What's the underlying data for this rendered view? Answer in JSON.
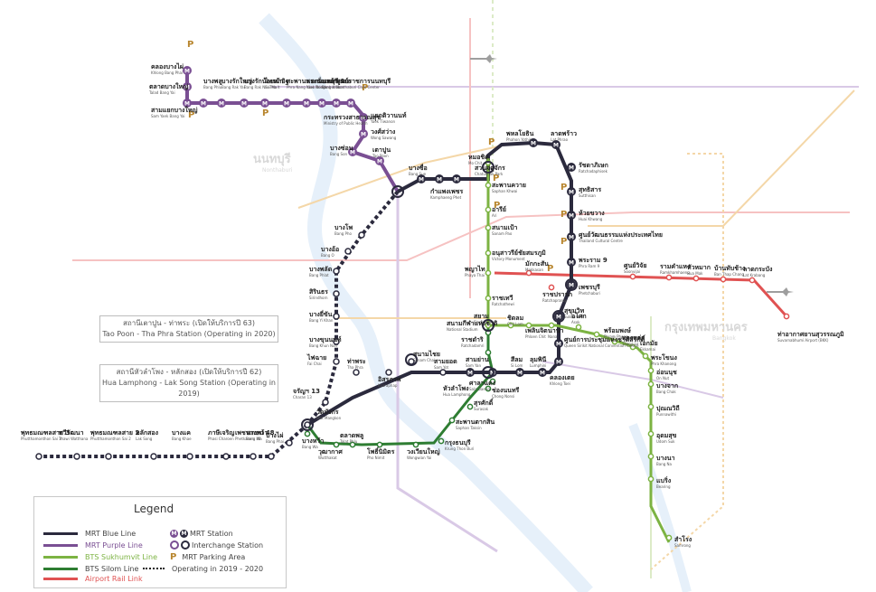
{
  "area_labels": {
    "nonthaburi_th": "นนทบุรี",
    "nonthaburi_en": "Nonthaburi",
    "bangkok_th": "กรุงเทพมหานคร",
    "bangkok_en": "Bangkok"
  },
  "callouts": {
    "tao_poon_th": "สถานีเตาปูน - ท่าพระ (เปิดให้บริการปี 63)",
    "tao_poon_en": "Tao Poon - Tha Phra Station (Operating in 2020)",
    "hua_lamphong_th": "สถานีหัวลำโพง - หลักสอง (เปิดให้บริการปี 62)",
    "hua_lamphong_en": "Hua Lamphong - Lak Song Station (Operating in 2019)"
  },
  "colors": {
    "mrt_blue": "#2b2a3d",
    "mrt_purple": "#7a4f93",
    "bts_sukhumvit": "#7cb342",
    "bts_silom": "#2e7d32",
    "airport_rail": "#e05252",
    "faint_purple": "#d9c9e6",
    "faint_orange": "#f4d7a8",
    "faint_red": "#f6c2c2",
    "faint_green": "#dcebc7",
    "faint_blue": "#cfe3f5",
    "river": "#e6f0fa"
  },
  "stations": {
    "purple": [
      {
        "th": "คลองบางไผ่",
        "en": "Khlong Bang Phai"
      },
      {
        "th": "ตลาดบางใหญ่",
        "en": "Talad Bang Yai"
      },
      {
        "th": "สามแยกบางใหญ่",
        "en": "Sam Yaek Bang Yai"
      },
      {
        "th": "บางพลู",
        "en": "Bang Phlu"
      },
      {
        "th": "บางรักใหญ่",
        "en": "Bang Rak Yai"
      },
      {
        "th": "บางรักน้อยท่าอิฐ",
        "en": "Bang Rak Noi Tha It"
      },
      {
        "th": "ไทรม้า",
        "en": "Sai Ma"
      },
      {
        "th": "สะพานพระนั่งเกล้า",
        "en": "Phra Nang Klao Bridge"
      },
      {
        "th": "แยกนนทบุรี 1",
        "en": "Yaek Nonthaburi 1"
      },
      {
        "th": "บางกระสอ",
        "en": "Bang Krasor"
      },
      {
        "th": "ศูนย์ราชการนนทบุรี",
        "en": "Nonthaburi Civic Center"
      },
      {
        "th": "กระทรวงสาธารณสุข",
        "en": "Ministry of Public Health"
      },
      {
        "th": "แยกติวานนท์",
        "en": "Yaek Tiwanon"
      },
      {
        "th": "วงศ์สว่าง",
        "en": "Wong Sawang"
      },
      {
        "th": "บางซ่อน",
        "en": "Bang Son"
      },
      {
        "th": "เตาปูน",
        "en": "Tao Poon"
      }
    ],
    "blue": [
      {
        "th": "บางซื่อ",
        "en": "Bang Sue"
      },
      {
        "th": "กำแพงเพชร",
        "en": "Kamphaeng Phet"
      },
      {
        "th": "สวนจตุจักร",
        "en": "Chatuchak Park"
      },
      {
        "th": "พหลโยธิน",
        "en": "Phahon Yothin"
      },
      {
        "th": "ลาดพร้าว",
        "en": "Lat Phrao"
      },
      {
        "th": "รัชดาภิเษก",
        "en": "Ratchadaphisek"
      },
      {
        "th": "สุทธิสาร",
        "en": "Sutthisan"
      },
      {
        "th": "ห้วยขวาง",
        "en": "Huai Khwang"
      },
      {
        "th": "ศูนย์วัฒนธรรมแห่งประเทศไทย",
        "en": "Thailand Cultural Centre"
      },
      {
        "th": "พระราม 9",
        "en": "Phra Ram 9"
      },
      {
        "th": "เพชรบุรี",
        "en": "Phetchaburi"
      },
      {
        "th": "สุขุมวิท",
        "en": "Sukhumvit"
      },
      {
        "th": "ศูนย์การประชุมแห่งชาติสิริกิติ์",
        "en": "Queen Sirikit National Convention Centre"
      },
      {
        "th": "คลองเตย",
        "en": "Khlong Toei"
      },
      {
        "th": "ลุมพินี",
        "en": "Lumphini"
      },
      {
        "th": "สีลม",
        "en": "Si Lom"
      },
      {
        "th": "สามย่าน",
        "en": "Sam Yan"
      },
      {
        "th": "หัวลำโพง",
        "en": "Hua Lamphong"
      },
      {
        "th": "บางโพ",
        "en": "Bang Pho"
      },
      {
        "th": "บางอ้อ",
        "en": "Bang O"
      },
      {
        "th": "บางพลัด",
        "en": "Bang Phlat"
      },
      {
        "th": "สิรินธร",
        "en": "Sirindhorn"
      },
      {
        "th": "บางยี่ขัน",
        "en": "Bang Yi Khan"
      },
      {
        "th": "บางขุนนนท์",
        "en": "Bang Khun Non"
      },
      {
        "th": "ไฟฉาย",
        "en": "Fai Chai"
      },
      {
        "th": "จรัญฯ 13",
        "en": "Charan 13"
      },
      {
        "th": "ท่าพระ",
        "en": "Tha Phra"
      },
      {
        "th": "อิสรภาพ",
        "en": "Itsaraphap"
      },
      {
        "th": "สนามไชย",
        "en": "Sanam Chai"
      },
      {
        "th": "สามยอด",
        "en": "Sam Yot"
      },
      {
        "th": "วัดมังกร",
        "en": "Wat Mangkon"
      },
      {
        "th": "บางไผ่",
        "en": "Bang Phai"
      },
      {
        "th": "บางหว้า",
        "en": "Bang Wa"
      },
      {
        "th": "เพชรเกษม 48",
        "en": "Phetkasem 48"
      },
      {
        "th": "ภาษีเจริญ",
        "en": "Phasi Charoen"
      },
      {
        "th": "บางแค",
        "en": "Bang Khae"
      },
      {
        "th": "หลักสอง",
        "en": "Lak Song"
      },
      {
        "th": "พุทธมณฑลสาย 2",
        "en": "Phutthamonthon Sai 2"
      },
      {
        "th": "ทวีวัฒนา",
        "en": "Thawi Watthana"
      },
      {
        "th": "พุทธมณฑลสาย 3",
        "en": "Phutthamonthon Sai 3"
      },
      {
        "th": "พุทธมณฑลสาย 4",
        "en": "Phutthamonthon Sai 4"
      }
    ],
    "sukhumvit": [
      {
        "th": "หมอชิต",
        "en": "Mo Chit"
      },
      {
        "th": "สะพานควาย",
        "en": "Saphan Khwai"
      },
      {
        "th": "อารีย์",
        "en": "Ari"
      },
      {
        "th": "สนามเป้า",
        "en": "Sanam Pao"
      },
      {
        "th": "อนุสาวรีย์ชัยสมรภูมิ",
        "en": "Victory Monument"
      },
      {
        "th": "พญาไท",
        "en": "Phaya Thai"
      },
      {
        "th": "ราชเทวี",
        "en": "Ratchathewi"
      },
      {
        "th": "สยาม",
        "en": "Siam"
      },
      {
        "th": "ชิดลม",
        "en": "Chit Lom"
      },
      {
        "th": "เพลินจิต",
        "en": "Phloen Chit"
      },
      {
        "th": "นานา",
        "en": "Nana"
      },
      {
        "th": "อโศก",
        "en": "Asok"
      },
      {
        "th": "พร้อมพงษ์",
        "en": "Phrom Phong"
      },
      {
        "th": "ทองหล่อ",
        "en": "Thong Lo"
      },
      {
        "th": "เอกมัย",
        "en": "Ekkamai"
      },
      {
        "th": "พระโขนง",
        "en": "Phra Khanong"
      },
      {
        "th": "อ่อนนุช",
        "en": "On Nut"
      },
      {
        "th": "บางจาก",
        "en": "Bang Chak"
      },
      {
        "th": "ปุณณวิถี",
        "en": "Punnawithi"
      },
      {
        "th": "อุดมสุข",
        "en": "Udom Suk"
      },
      {
        "th": "บางนา",
        "en": "Bang Na"
      },
      {
        "th": "แบริ่ง",
        "en": "Bearing"
      },
      {
        "th": "สำโรง",
        "en": "Samrong"
      }
    ],
    "silom": [
      {
        "th": "สนามกีฬาแห่งชาติ",
        "en": "National Stadium"
      },
      {
        "th": "ราชดำริ",
        "en": "Ratchadamri"
      },
      {
        "th": "ศาลาแดง",
        "en": "Sala Daeng"
      },
      {
        "th": "ช่องนนทรี",
        "en": "Chong Nonsi"
      },
      {
        "th": "สุรศักดิ์",
        "en": "Surasak"
      },
      {
        "th": "สะพานตากสิน",
        "en": "Saphan Taksin"
      },
      {
        "th": "กรุงธนบุรี",
        "en": "Krung Thon Buri"
      },
      {
        "th": "วงเวียนใหญ่",
        "en": "Wongwian Yai"
      },
      {
        "th": "โพธิ์นิมิตร",
        "en": "Pho Nimit"
      },
      {
        "th": "ตลาดพลู",
        "en": "Talat Phlu"
      },
      {
        "th": "วุฒากาศ",
        "en": "Wutthakat"
      },
      {
        "th": "บางหว้า",
        "en": "Bang Wa"
      }
    ],
    "airport": [
      {
        "th": "มักกะสัน",
        "en": "Makkasan"
      },
      {
        "th": "ราชปรารภ",
        "en": "Ratchaprarop"
      },
      {
        "th": "ศูนย์วิจัย",
        "en": "Soonvijai"
      },
      {
        "th": "รามคำแหง",
        "en": "Ramkhamhaeng"
      },
      {
        "th": "หัวหมาก",
        "en": "Hua Mak"
      },
      {
        "th": "บ้านทับช้าง",
        "en": "Ban Thap Chang"
      },
      {
        "th": "ลาดกระบัง",
        "en": "Lat Krabang"
      },
      {
        "th": "ท่าอากาศยานสุวรรณภูมิ",
        "en": "Suvarnabhumi Airport (BKK)"
      }
    ]
  },
  "legend": {
    "title": "Legend",
    "items": [
      {
        "label": "MRT Blue Line",
        "color": "#2b2a3d"
      },
      {
        "label": "MRT Purple Line",
        "color": "#7a4f93"
      },
      {
        "label": "BTS Sukhumvit Line",
        "color": "#7cb342"
      },
      {
        "label": "BTS Silom Line",
        "color": "#2e7d32"
      },
      {
        "label": "Airport Rail Link",
        "color": "#e05252"
      }
    ],
    "operating_label": "Operating in 2019 - 2020",
    "mrt_station_label": "MRT Station",
    "interchange_label": "Interchange Station",
    "parking_label": "MRT Parking Area"
  }
}
